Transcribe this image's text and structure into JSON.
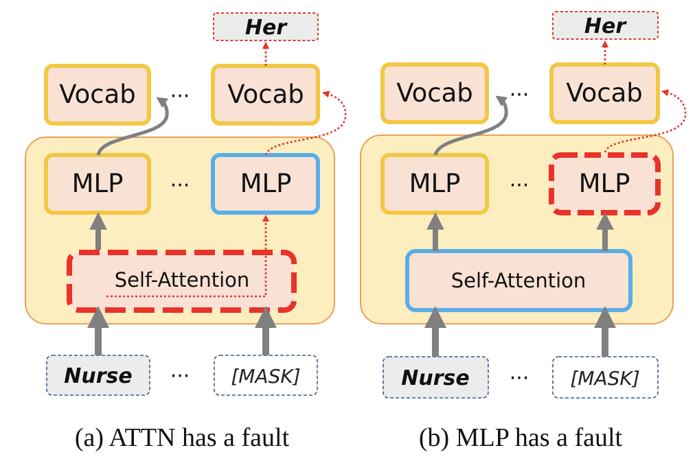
{
  "colors": {
    "layer_fill": "#fdeec0",
    "layer_stroke": "#e8a05a",
    "block_fill": "#f9e2d4",
    "block_stroke_normal": "#f2c744",
    "block_stroke_blue": "#5aaee8",
    "fault_red": "#e8322a",
    "token_fill": "#ececec",
    "token_stroke": "#3a5a8c",
    "arrow_gray": "#808080",
    "dot_red": "#e03a2e"
  },
  "panels": [
    {
      "id": "a",
      "output_token": "Her",
      "vocab_left": "Vocab",
      "vocab_right": "Vocab",
      "mlp_left": "MLP",
      "mlp_right": "MLP",
      "attention": "Self-Attention",
      "input_left": "Nurse",
      "input_right": "[MASK]",
      "ellipsis": "···",
      "caption": "(a) ATTN has a fault",
      "faulty": "attention"
    },
    {
      "id": "b",
      "output_token": "Her",
      "vocab_left": "Vocab",
      "vocab_right": "Vocab",
      "mlp_left": "MLP",
      "mlp_right": "MLP",
      "attention": "Self-Attention",
      "input_left": "Nurse",
      "input_right": "[MASK]",
      "ellipsis": "···",
      "caption": "(b) MLP has a fault",
      "faulty": "mlp"
    }
  ]
}
